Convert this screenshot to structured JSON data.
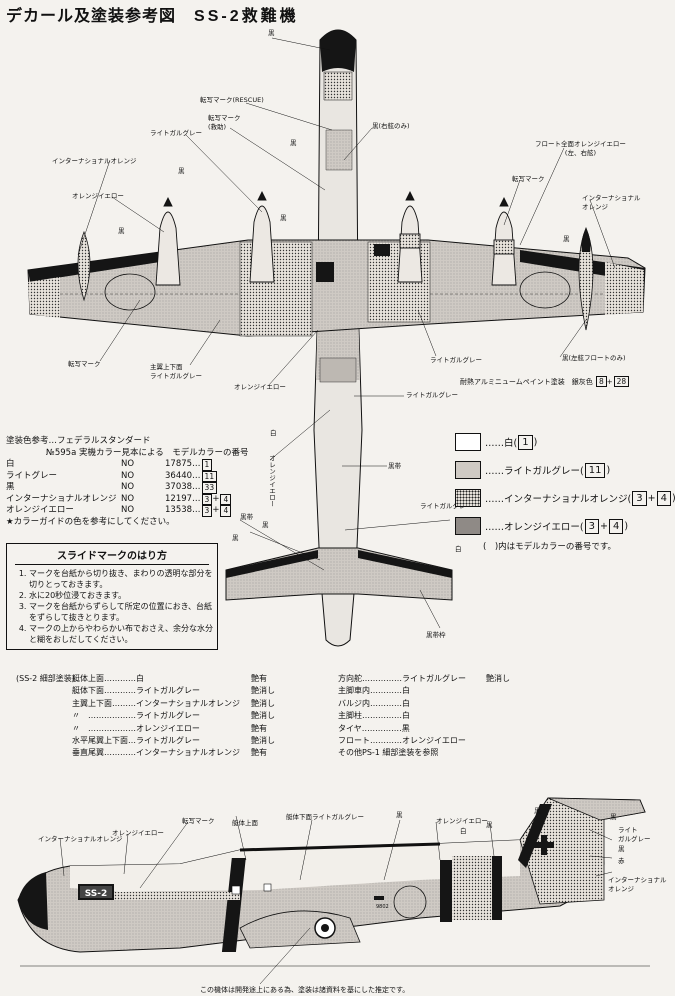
{
  "title": {
    "main": "デカール及塗装参考図",
    "model": "SS-2救難機"
  },
  "top_labels": {
    "black_top": "黒",
    "rescue": "転写マーク(RESCUE)",
    "transfer_rescue": "転写マーク\n(救助)",
    "light_gull_gray_1": "ライトガルグレー",
    "black_right_only": "黒(右舷のみ)",
    "float_orange": "フロート全面オレンジイエロー\n(左、右舷)",
    "intl_orange_left": "インターナショナルオレンジ",
    "black_a": "黒",
    "black_b": "黒",
    "orange_yellow_left": "オレンジイエロー",
    "transfer_right": "転写マーク",
    "intl_orange_right": "インターナショナル\nオレンジ",
    "black_c": "黒",
    "black_d": "黒",
    "black_e": "黒",
    "transfer_left": "転写マーク",
    "wing_top_gray": "主翼上下面\nライトガルグレー",
    "orange_yellow_mid": "オレンジイエロー",
    "light_gull_gray_2": "ライトガルグレー",
    "light_gull_gray_3": "ライトガルグレー",
    "black_float": "黒(左舷フロートのみ)",
    "heat_aluminum": "耐熱アルミニュームペイント塗装　銀灰色",
    "heat_nums": [
      "8",
      "28"
    ],
    "white": "白",
    "orange_yellow_fus": "オレンジイエロー",
    "black_stripe": "黒帯",
    "light_gull_gray_4": "ライトガルグレー",
    "black_f": "黒",
    "white_b": "白",
    "black_stripe_b": "黒帯",
    "black_g": "黒",
    "black_stripe_c": "黒帯枠"
  },
  "reference": {
    "heading": "塗装色参考…フェデラルスタンダード",
    "sub": "№595a 実機カラー見本による　モデルカラーの番号",
    "rows": [
      {
        "name": "白",
        "no": "NO",
        "code": "17875…",
        "boxes": [
          "1"
        ]
      },
      {
        "name": "ライトグレー",
        "no": "NO",
        "code": "36440…",
        "boxes": [
          "11"
        ]
      },
      {
        "name": "黒",
        "no": "NO",
        "code": "37038…",
        "boxes": [
          "33"
        ]
      },
      {
        "name": "インターナショナルオレンジ",
        "no": "NO",
        "code": "12197…",
        "boxes": [
          "3",
          "4"
        ]
      },
      {
        "name": "オレンジイエロー",
        "no": "NO",
        "code": "13538…",
        "boxes": [
          "3",
          "4"
        ]
      }
    ],
    "footer": "★カラーガイドの色を参考にしてください。"
  },
  "legend": {
    "items": [
      {
        "label": "……白(",
        "boxes": [
          "1"
        ],
        "tail": ")"
      },
      {
        "label": "……ライトガルグレー(",
        "boxes": [
          "11"
        ],
        "tail": ")"
      },
      {
        "label": "……インターナショナルオレンジ(",
        "boxes": [
          "3",
          "4"
        ],
        "tail": ")"
      },
      {
        "label": "……オレンジイエロー(",
        "boxes": [
          "3",
          "4"
        ],
        "tail": ")"
      }
    ],
    "note": "(　)内はモデルカラーの番号です。"
  },
  "slide": {
    "heading": "スライドマークのはり方",
    "steps": [
      "マークを台紙から切り抜き、まわりの透明な部分を切りとっておきます。",
      "水に20秒位浸ておきます。",
      "マークを台紙からずらして所定の位置におき、台紙をずらして抜きとります。",
      "マークの上からやわらかい布でおさえ、余分な水分と糊をおしだしてください。"
    ]
  },
  "detail": {
    "heading": "(SS-2 細部塗装)",
    "left": [
      {
        "part": "艇体上面…………白",
        "finish": "艶有"
      },
      {
        "part": "艇体下面…………ライトガルグレー",
        "finish": "艶消し"
      },
      {
        "part": "主翼上下面………インターナショナルオレンジ",
        "finish": "艶消し"
      },
      {
        "part": "〃　………………ライトガルグレー",
        "finish": "艶消し"
      },
      {
        "part": "〃　………………オレンジイエロー",
        "finish": "艶有"
      },
      {
        "part": "水平尾翼上下面…ライトガルグレー",
        "finish": "艶消し"
      },
      {
        "part": "垂直尾翼…………インターナショナルオレンジ",
        "finish": "艶有"
      }
    ],
    "right": [
      {
        "part": "方向舵……………ライトガルグレー",
        "finish": "艶消し"
      },
      {
        "part": "主脚車内…………白",
        "finish": ""
      },
      {
        "part": "バルジ内…………白",
        "finish": ""
      },
      {
        "part": "主脚柱……………白",
        "finish": ""
      },
      {
        "part": "タイヤ……………黒",
        "finish": ""
      },
      {
        "part": "フロート…………オレンジイエロー",
        "finish": ""
      },
      {
        "part": "その他PS-1 細部塗装を参照",
        "finish": ""
      }
    ]
  },
  "side_labels": {
    "intl_orange": "インターナショナルオレンジ",
    "orange_yellow": "オレンジイエロー",
    "transfer": "転写マーク",
    "hull_white": "艇体上面",
    "hull_bottom": "艇体下面ライトガルグレー",
    "black_1": "黒",
    "orange_yellow_2": "オレンジイエロー",
    "white": "白",
    "black_2": "黒",
    "black_3": "黒",
    "black_4": "黒",
    "light_gull_gray": "ライト\nガルグレー",
    "black_5": "黒",
    "red": "赤",
    "intl_orange_tail": "インターナショナル\nオレンジ",
    "code": "SS-2",
    "tail_number": "9802"
  },
  "footnote": "この機体は開発途上にある為、塗装は諸資料を基にした推定です。"
}
